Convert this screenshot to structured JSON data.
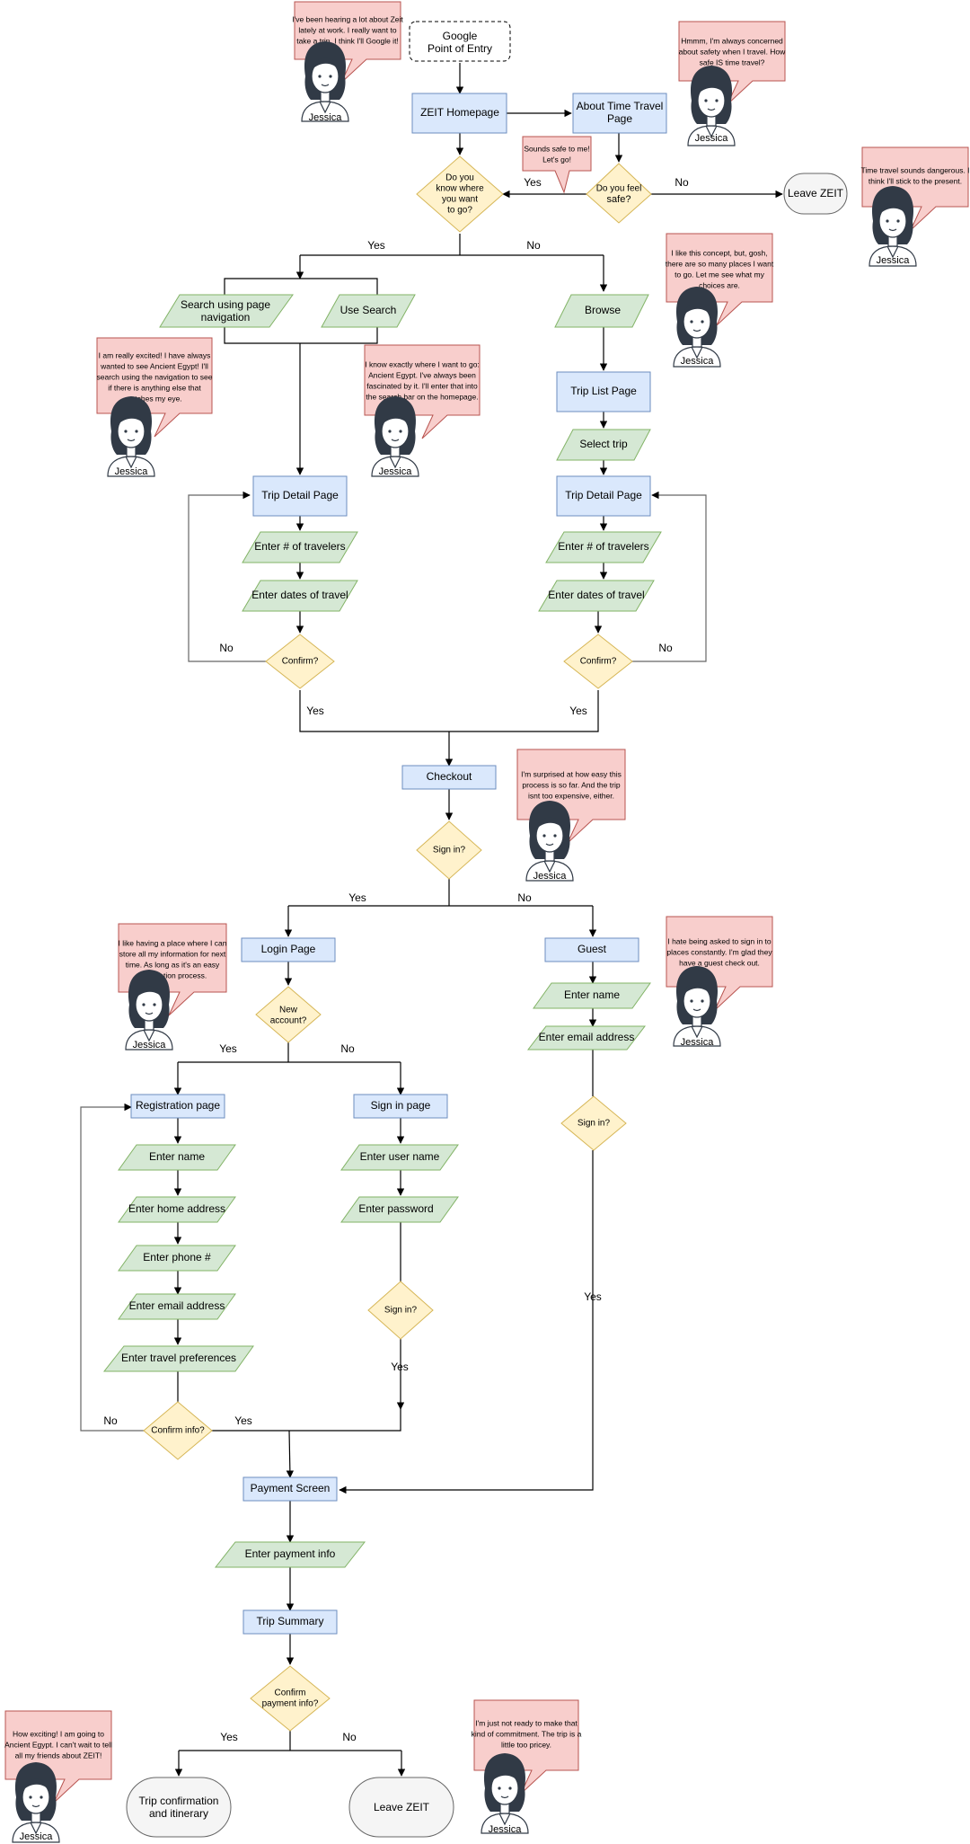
{
  "nodes": {
    "entry": [
      "Google",
      "Point of Entry"
    ],
    "zeit_home": [
      "ZEIT Homepage"
    ],
    "about": [
      "About Time Travel",
      "Page"
    ],
    "know_where": [
      "Do you",
      "know where",
      "you want",
      "to go?"
    ],
    "feel_safe": [
      "Do you feel",
      "safe?"
    ],
    "leave1": [
      "Leave ZEIT"
    ],
    "search_nav": [
      "Search using page",
      "navigation"
    ],
    "use_search": [
      "Use Search"
    ],
    "browse": [
      "Browse"
    ],
    "trip_list": [
      "Trip List Page"
    ],
    "select_trip": [
      "Select trip"
    ],
    "detail_l": [
      "Trip Detail Page"
    ],
    "detail_r": [
      "Trip Detail Page"
    ],
    "travelers_l": [
      "Enter # of travelers"
    ],
    "travelers_r": [
      "Enter # of travelers"
    ],
    "dates_l": [
      "Enter dates of travel"
    ],
    "dates_r": [
      "Enter dates of travel"
    ],
    "confirm_l": [
      "Confirm?"
    ],
    "confirm_r": [
      "Confirm?"
    ],
    "checkout": [
      "Checkout"
    ],
    "signin_q": [
      "Sign in?"
    ],
    "login": [
      "Login Page"
    ],
    "guest": [
      "Guest"
    ],
    "new_account": [
      "New",
      "account?"
    ],
    "guest_name": [
      "Enter name"
    ],
    "guest_email": [
      "Enter email address"
    ],
    "guest_signin": [
      "Sign in?"
    ],
    "registration": [
      "Registration page"
    ],
    "signin_page": [
      "Sign in page"
    ],
    "reg_name": [
      "Enter name"
    ],
    "reg_address": [
      "Enter home address"
    ],
    "reg_phone": [
      "Enter phone #"
    ],
    "reg_email": [
      "Enter email address"
    ],
    "reg_prefs": [
      "Enter travel preferences"
    ],
    "confirm_info": [
      "Confirm info?"
    ],
    "username": [
      "Enter user name"
    ],
    "password": [
      "Enter password"
    ],
    "signin_q2": [
      "Sign in?"
    ],
    "payment": [
      "Payment Screen"
    ],
    "payment_info": [
      "Enter payment info"
    ],
    "summary": [
      "Trip Summary"
    ],
    "confirm_payment": [
      "Confirm",
      "payment info?"
    ],
    "confirmation": [
      "Trip confirmation",
      "and itinerary"
    ],
    "leave2": [
      "Leave ZEIT"
    ]
  },
  "edge_labels": {
    "safe_yes": "Yes",
    "safe_no": "No",
    "know_yes": "Yes",
    "know_no": "No",
    "confirm_l_no": "No",
    "confirm_l_yes": "Yes",
    "confirm_r_no": "No",
    "confirm_r_yes": "Yes",
    "signin_yes": "Yes",
    "signin_no": "No",
    "newacct_yes": "Yes",
    "newacct_no": "No",
    "confirminfo_no": "No",
    "confirminfo_yes": "Yes",
    "signin2_yes": "Yes",
    "guest_yes": "Yes",
    "payment_yes": "Yes",
    "payment_no": "No"
  },
  "persona": {
    "name": "Jessica",
    "quotes": {
      "q1": [
        "I've been hearing a lot about Zeit",
        "lately at work. I really want to",
        "take a trip. I think I'll Google it!"
      ],
      "q2": [
        "Hmmm, I'm always concerned",
        "about safety when I travel. How",
        "safe IS time travel?"
      ],
      "q3": [
        "Sounds safe to me!",
        "Let's go!"
      ],
      "q4": [
        "Time travel sounds dangerous. I",
        "think I'll stick to the present."
      ],
      "q5": [
        "I like this concept, but, gosh,",
        "there are so many places I want",
        "to go. Let me see what my",
        "choices are."
      ],
      "q6": [
        "I am really excited! I have always",
        "wanted to see Ancient Egypt! I'll",
        "search using the navigation to see",
        "if there is anything else that",
        "catches my eye."
      ],
      "q7": [
        "I know exactly where I want to go:",
        "Ancient Egypt. I've always been",
        "fascinated by it. I'll enter that into",
        "the search bar on the homepage."
      ],
      "q8": [
        "I'm surprised at how easy this",
        "process is so far. And the trip",
        "isnt too expensive, either."
      ],
      "q9": [
        "I like having a place where I can",
        "store all my information for next",
        "time. As long as it's an easy",
        "registration process."
      ],
      "q10": [
        "I hate being asked to sign in to",
        "places constantly. I'm glad they",
        "have a guest check out."
      ],
      "q11": [
        "How exciting! I am going to",
        "Ancient Egypt. I can't wait to tell",
        "all my friends about ZEIT!"
      ],
      "q12": [
        "I'm just not ready to make that",
        "kind of commitment. The trip is a",
        "little too pricey."
      ]
    }
  },
  "colors": {
    "page_fill": "#dae8fc",
    "page_stroke": "#6c8ebf",
    "input_fill": "#d5e8d4",
    "input_stroke": "#82b366",
    "decision_fill": "#fff2cc",
    "decision_stroke": "#d6b656",
    "terminal_fill": "#f5f5f5",
    "terminal_stroke": "#666666",
    "bubble_fill": "#f8cecc",
    "bubble_stroke": "#b85450"
  }
}
